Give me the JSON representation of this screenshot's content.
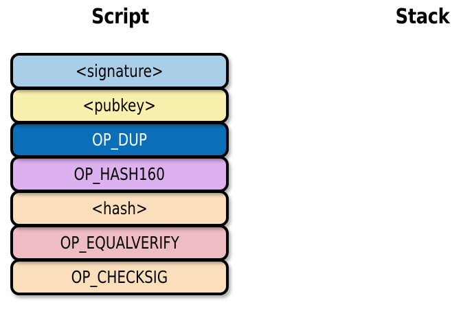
{
  "figure": {
    "title_left": "Script",
    "title_right": "Stack",
    "background_color": "#ffffff",
    "border_color": "#000000"
  },
  "script_column": {
    "header": "Script",
    "items": [
      {
        "label": "<signature>",
        "fill": "#a9cfe8",
        "text_color": "#000000"
      },
      {
        "label": "<pubkey>",
        "fill": "#faf0ad",
        "text_color": "#000000"
      },
      {
        "label": "OP_DUP",
        "fill": "#0a6fb8",
        "text_color": "#ffffff"
      },
      {
        "label": "OP_HASH160",
        "fill": "#ddb0ef",
        "text_color": "#000000"
      },
      {
        "label": "<hash>",
        "fill": "#fbdfbc",
        "text_color": "#000000"
      },
      {
        "label": "OP_EQUALVERIFY",
        "fill": "#eebcc2",
        "text_color": "#000000"
      },
      {
        "label": "OP_CHECKSIG",
        "fill": "#fbdfbc",
        "text_color": "#000000"
      }
    ]
  },
  "stack_column": {
    "header": "Stack",
    "items": []
  }
}
